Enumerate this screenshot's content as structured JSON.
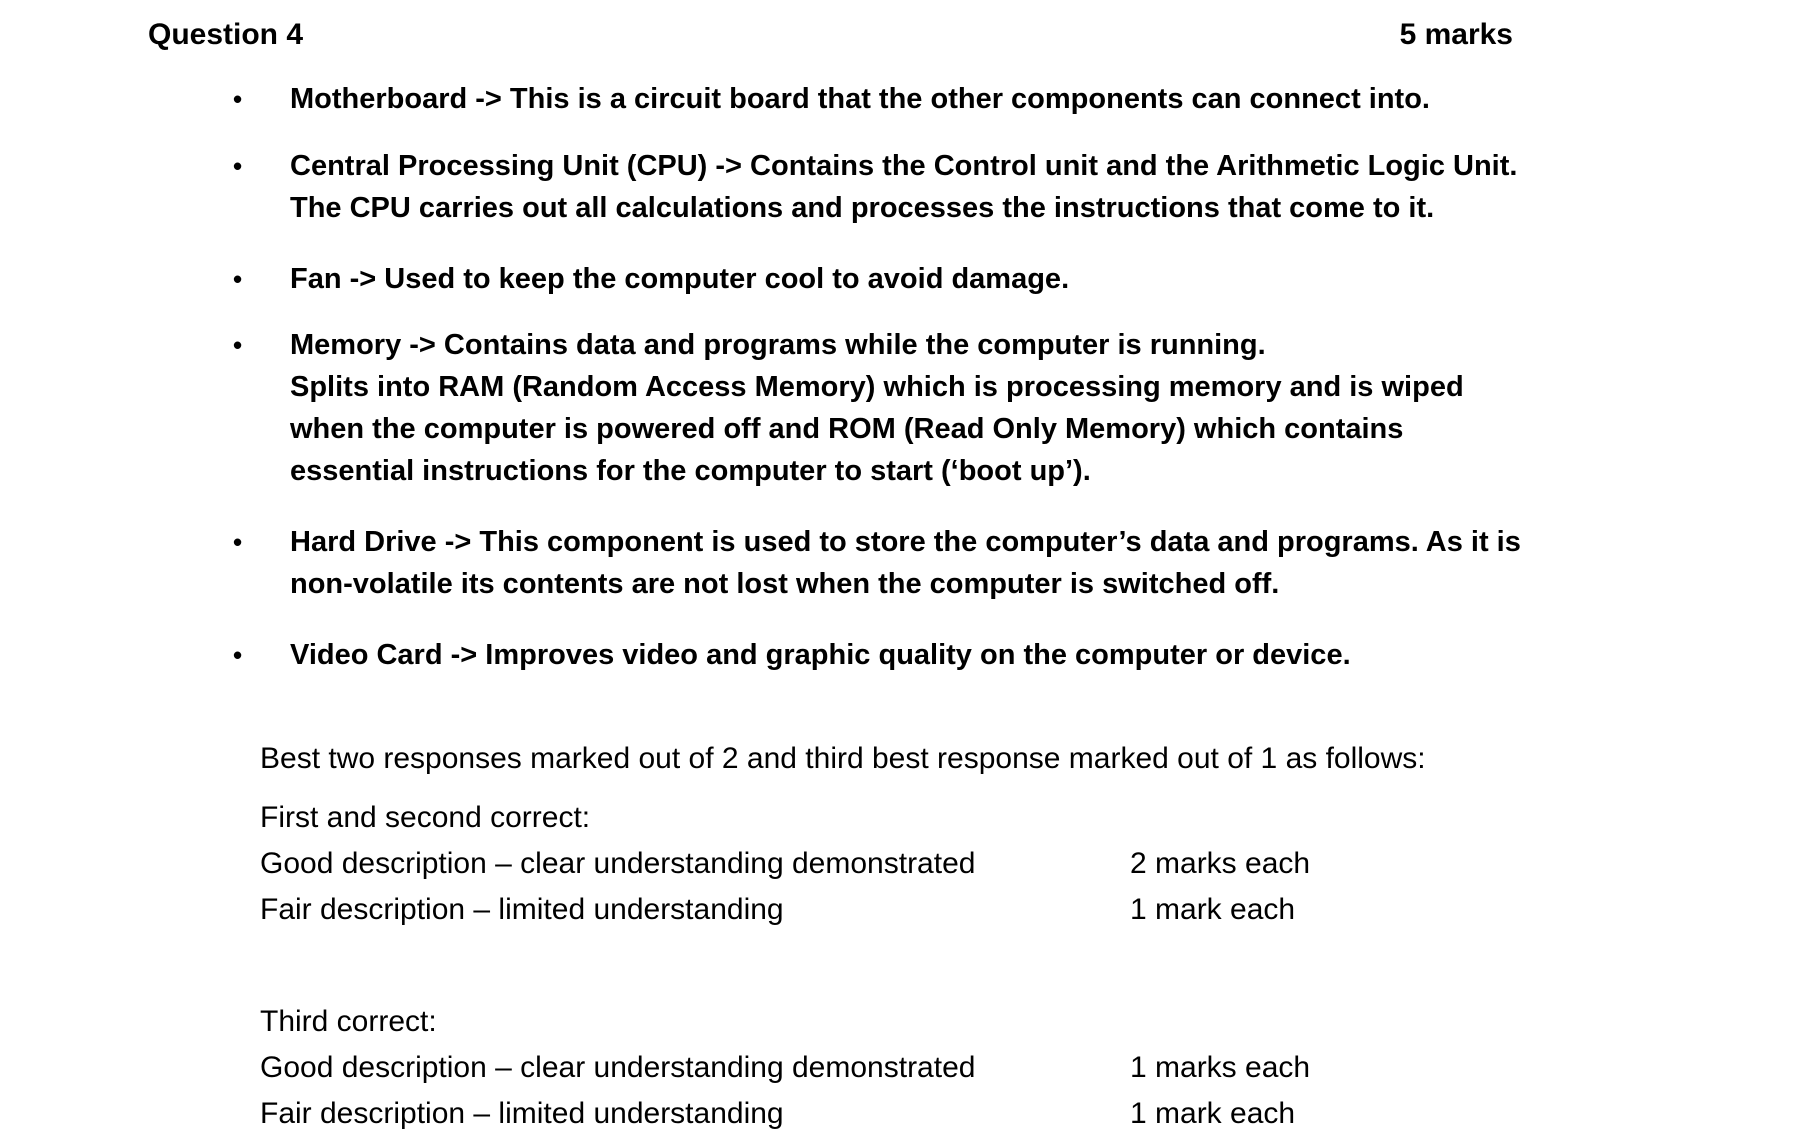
{
  "page": {
    "background_color": "#ffffff",
    "text_color": "#000000"
  },
  "header": {
    "title": "Question 4",
    "marks": "5 marks"
  },
  "bullet_glyph": "•",
  "bullets": [
    {
      "text": "Motherboard -> This is a circuit board that the other components can connect into."
    },
    {
      "text": "Central Processing Unit (CPU) -> Contains the Control unit and the Arithmetic Logic Unit.\nThe CPU carries out all calculations and processes the instructions that come to it."
    },
    {
      "text": "Fan -> Used to keep the computer cool to avoid damage."
    },
    {
      "text": "Memory -> Contains data and programs while the computer is running.\nSplits into RAM (Random Access Memory) which is processing memory and is wiped\nwhen the computer is powered off and ROM (Read Only Memory) which contains\nessential instructions for the computer to start (‘boot up’)."
    },
    {
      "text": "Hard Drive -> This component is used to store the computer’s data and programs. As it is\nnon-volatile its contents are not lost when the computer is switched off."
    },
    {
      "text": "Video Card -> Improves video and graphic quality on the computer or device."
    }
  ],
  "marking": {
    "intro": "Best two responses marked out of 2 and third best response marked out of 1 as follows:",
    "sections": [
      {
        "heading": "First and second correct:",
        "rows": [
          {
            "criteria": "Good description – clear understanding demonstrated",
            "marks": "2 marks each"
          },
          {
            "criteria": "Fair description – limited understanding",
            "marks": "1 mark each"
          }
        ]
      },
      {
        "heading": "Third correct:",
        "rows": [
          {
            "criteria": "Good description – clear understanding demonstrated",
            "marks": "1 marks each"
          },
          {
            "criteria": "Fair description – limited understanding",
            "marks": "1 mark each"
          }
        ]
      }
    ]
  }
}
